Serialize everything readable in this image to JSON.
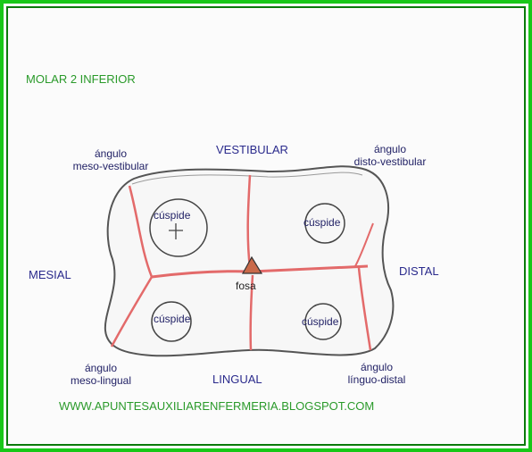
{
  "title": "MOLAR 2 INFERIOR",
  "footer_url": "WWW.APUNTESAUXILIARENFERMERIA.BLOGSPOT.COM",
  "labels": {
    "vestibular": "VESTIBULAR",
    "lingual": "LINGUAL",
    "mesial": "MESIAL",
    "distal": "DISTAL",
    "fosa": "fosa",
    "angulo_meso_vestibular": [
      "ángulo",
      "meso-vestibular"
    ],
    "angulo_disto_vestibular": [
      "ángulo",
      "disto-vestibular"
    ],
    "angulo_meso_lingual": [
      "ángulo",
      "meso-lingual"
    ],
    "angulo_linguo_distal": [
      "ángulo",
      "línguo-distal"
    ]
  },
  "cusps": [
    {
      "id": "mesio-vestibular",
      "label": "cúspide"
    },
    {
      "id": "disto-vestibular",
      "label": "cúspide"
    },
    {
      "id": "mesio-lingual",
      "label": "cúspide"
    },
    {
      "id": "disto-lingual",
      "label": "cúspide"
    }
  ],
  "colors": {
    "border_outer": "#18c818",
    "border_inner": "#0a7a0a",
    "title_green": "#2a9a2a",
    "label_blue": "#2a2a8c",
    "groove_red": "#e36a6a",
    "outline": "#555555",
    "fossa_fill": "#c96a4a"
  }
}
